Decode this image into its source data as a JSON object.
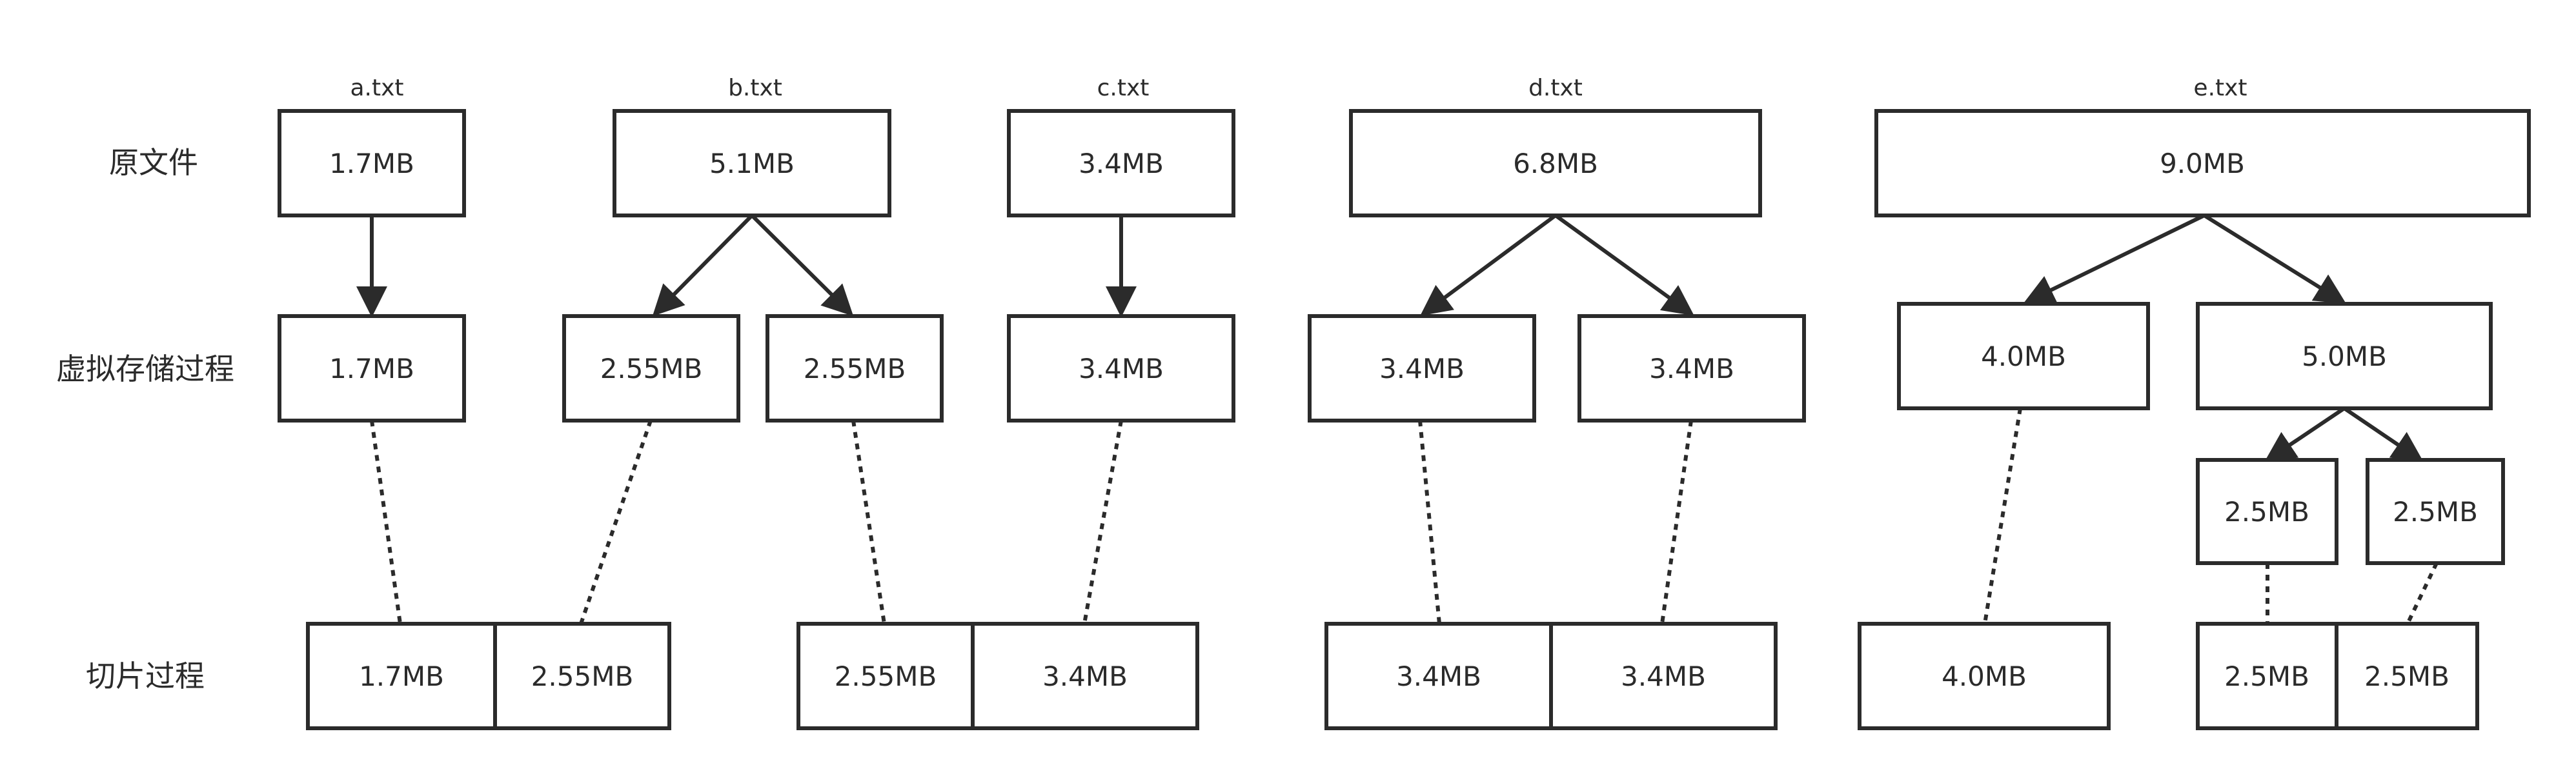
{
  "row_labels": {
    "original": "原文件",
    "virtual": "虚拟存储过程",
    "slicing": "切片过程"
  },
  "files": [
    {
      "name": "a.txt",
      "size": "1.7MB",
      "virtual": [
        "1.7MB"
      ]
    },
    {
      "name": "b.txt",
      "size": "5.1MB",
      "virtual": [
        "2.55MB",
        "2.55MB"
      ]
    },
    {
      "name": "c.txt",
      "size": "3.4MB",
      "virtual": [
        "3.4MB"
      ]
    },
    {
      "name": "d.txt",
      "size": "6.8MB",
      "virtual": [
        "3.4MB",
        "3.4MB"
      ]
    },
    {
      "name": "e.txt",
      "size": "9.0MB",
      "virtual": [
        "4.0MB",
        "5.0MB"
      ],
      "sub_split": [
        "2.5MB",
        "2.5MB"
      ]
    }
  ],
  "slices": [
    [
      "1.7MB",
      "2.55MB"
    ],
    [
      "2.55MB",
      "3.4MB"
    ],
    [
      "3.4MB",
      "3.4MB"
    ],
    [
      "4.0MB"
    ],
    [
      "2.5MB",
      "2.5MB"
    ]
  ]
}
